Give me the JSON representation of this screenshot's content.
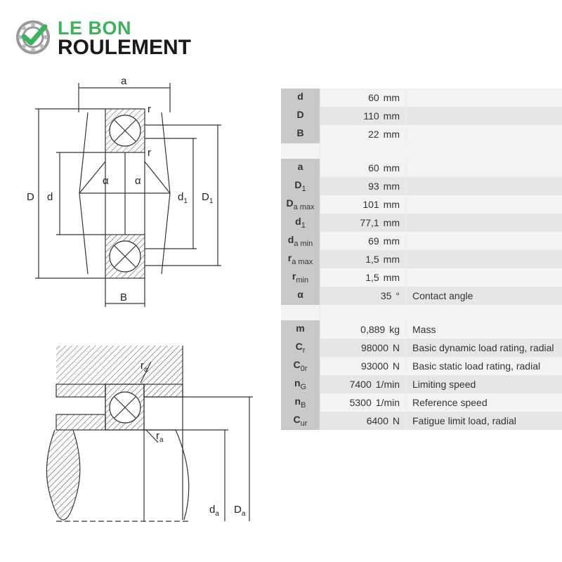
{
  "logo": {
    "line1": "LE BON",
    "line2": "ROULEMENT",
    "colors": {
      "green": "#3cb25a",
      "dark": "#1a1a1a"
    }
  },
  "drawing": {
    "labels": {
      "a": "a",
      "r1": "r",
      "r2": "r",
      "alpha1": "α",
      "alpha2": "α",
      "D": "D",
      "d": "d",
      "d1": "d",
      "d1_sub": "1",
      "D1": "D",
      "D1_sub": "1",
      "B": "B",
      "ra1": "r",
      "ra1_sub": "a",
      "ra2": "r",
      "ra2_sub": "a",
      "da": "d",
      "da_sub": "a",
      "Da": "D",
      "Da_sub": "a"
    }
  },
  "table": {
    "group1": [
      {
        "sym": "d",
        "sub": "",
        "value": "60",
        "unit": "mm",
        "desc": ""
      },
      {
        "sym": "D",
        "sub": "",
        "value": "110",
        "unit": "mm",
        "desc": ""
      },
      {
        "sym": "B",
        "sub": "",
        "value": "22",
        "unit": "mm",
        "desc": ""
      }
    ],
    "group2": [
      {
        "sym": "a",
        "sub": "",
        "value": "60",
        "unit": "mm",
        "desc": ""
      },
      {
        "sym": "D",
        "sub": "1",
        "value": "93",
        "unit": "mm",
        "desc": ""
      },
      {
        "sym": "D",
        "sub": "a max",
        "value": "101",
        "unit": "mm",
        "desc": ""
      },
      {
        "sym": "d",
        "sub": "1",
        "value": "77,1",
        "unit": "mm",
        "desc": ""
      },
      {
        "sym": "d",
        "sub": "a min",
        "value": "69",
        "unit": "mm",
        "desc": ""
      },
      {
        "sym": "r",
        "sub": "a max",
        "value": "1,5",
        "unit": "mm",
        "desc": ""
      },
      {
        "sym": "r",
        "sub": "min",
        "value": "1,5",
        "unit": "mm",
        "desc": ""
      },
      {
        "sym": "α",
        "sub": "",
        "value": "35",
        "unit": "°",
        "desc": "Contact angle"
      }
    ],
    "group3": [
      {
        "sym": "m",
        "sub": "",
        "value": "0,889",
        "unit": "kg",
        "desc": "Mass"
      },
      {
        "sym": "C",
        "sub": "r",
        "value": "98000",
        "unit": "N",
        "desc": "Basic dynamic load rating, radial"
      },
      {
        "sym": "C",
        "sub": "0r",
        "value": "93000",
        "unit": "N",
        "desc": "Basic static load rating, radial"
      },
      {
        "sym": "n",
        "sub": "G",
        "value": "7400",
        "unit": "1/min",
        "desc": "Limiting speed"
      },
      {
        "sym": "n",
        "sub": "B",
        "value": "5300",
        "unit": "1/min",
        "desc": "Reference speed"
      },
      {
        "sym": "C",
        "sub": "ur",
        "value": "6400",
        "unit": "N",
        "desc": "Fatigue limit load, radial"
      }
    ]
  }
}
